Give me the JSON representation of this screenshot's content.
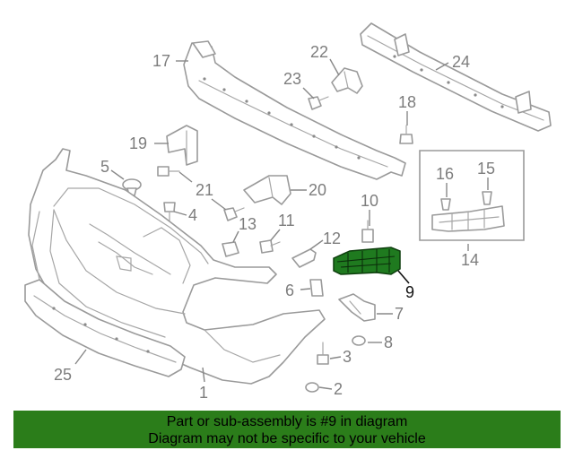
{
  "diagram": {
    "highlighted_part": "9",
    "callouts": [
      "1",
      "2",
      "3",
      "4",
      "5",
      "6",
      "7",
      "8",
      "9",
      "10",
      "11",
      "12",
      "13",
      "14",
      "15",
      "16",
      "17",
      "18",
      "19",
      "20",
      "21",
      "22",
      "23",
      "24",
      "25"
    ]
  },
  "footer": {
    "line1": "Part or sub-assembly is #9 in diagram",
    "line2": "Diagram may not be specific to your vehicle",
    "background_color": "#2b7d1a"
  },
  "colors": {
    "highlight_part": "#1f7a1f",
    "line_art": "#9a9a9a"
  }
}
